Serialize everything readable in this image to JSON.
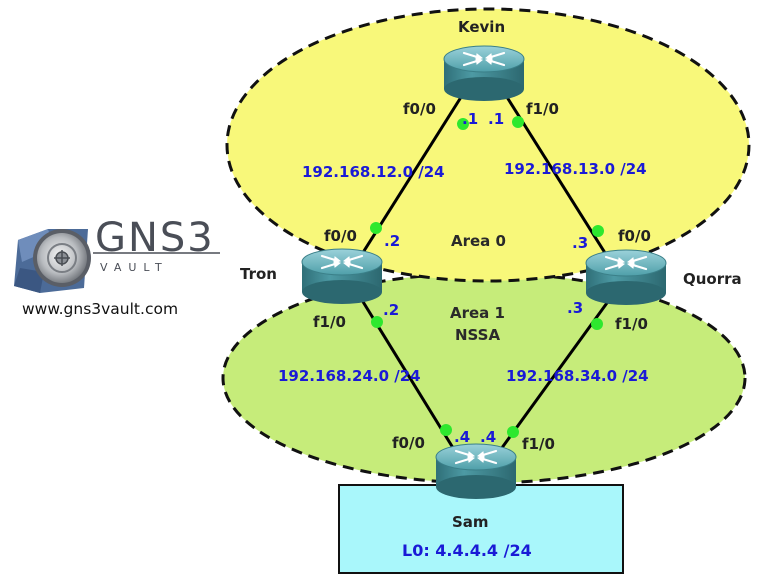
{
  "areas": {
    "area0_label": "Area 0",
    "area1_label_line1": "Area 1",
    "area1_label_line2": "NSSA"
  },
  "routers": {
    "kevin": "Kevin",
    "tron": "Tron",
    "quorra": "Quorra",
    "sam": "Sam"
  },
  "interfaces": {
    "kevin_f00": "f0/0",
    "kevin_f10": "f1/0",
    "tron_f00": "f0/0",
    "tron_f10": "f1/0",
    "quorra_f00": "f0/0",
    "quorra_f10": "f1/0",
    "sam_f00": "f0/0",
    "sam_f10": "f1/0"
  },
  "host_octets": {
    "kevin_left": ".1",
    "kevin_right": ".1",
    "tron_top": ".2",
    "tron_bottom": ".2",
    "quorra_top": ".3",
    "quorra_bottom": ".3",
    "sam_left": ".4",
    "sam_right": ".4"
  },
  "subnets": {
    "kevin_tron": "192.168.12.0 /24",
    "kevin_quorra": "192.168.13.0 /24",
    "tron_sam": "192.168.24.0 /24",
    "quorra_sam": "192.168.34.0 /24"
  },
  "sam_box": {
    "loopback": "L0: 4.4.4.4 /24"
  },
  "logo": {
    "brand": "GNS3",
    "tagline": "VAULT",
    "url": "www.gns3vault.com"
  },
  "colors": {
    "area0_fill": "#f8f87a",
    "area1_fill": "#c6ec7a",
    "sam_box_fill": "#a9f7fb",
    "link_dot": "#2ee82e",
    "ip_text": "#1a1ad6",
    "router_body": "#3f8c96"
  },
  "icons": {
    "router": "router-icon",
    "logo": "gns3-vault-logo-icon"
  }
}
